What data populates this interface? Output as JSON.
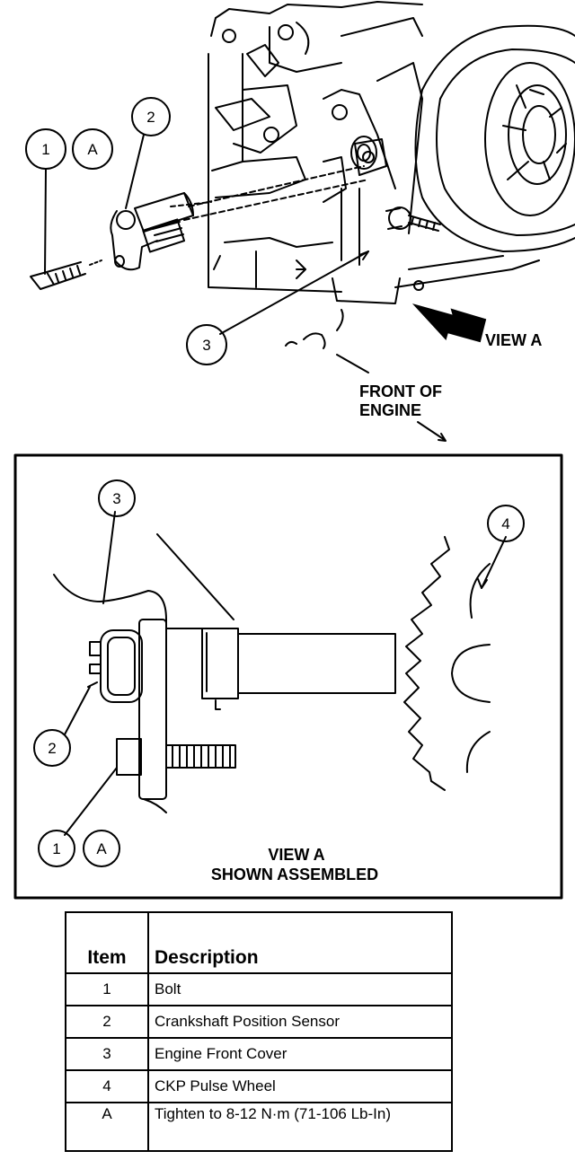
{
  "callouts": {
    "one": "1",
    "two": "2",
    "three": "3",
    "four": "4",
    "a": "A"
  },
  "labels": {
    "view_a": "VIEW A",
    "front_line1": "FRONT OF",
    "front_line2": "ENGINE",
    "inset_line1": "VIEW A",
    "inset_line2": "SHOWN ASSEMBLED"
  },
  "legend": {
    "headers": {
      "item": "Item",
      "description": "Description"
    },
    "rows": [
      {
        "item": "1",
        "description": "Bolt"
      },
      {
        "item": "2",
        "description": "Crankshaft Position Sensor"
      },
      {
        "item": "3",
        "description": "Engine Front Cover"
      },
      {
        "item": "4",
        "description": "CKP Pulse Wheel"
      },
      {
        "item": "A",
        "description": "Tighten to 8-12 N·m (71-106 Lb-In)"
      }
    ]
  }
}
